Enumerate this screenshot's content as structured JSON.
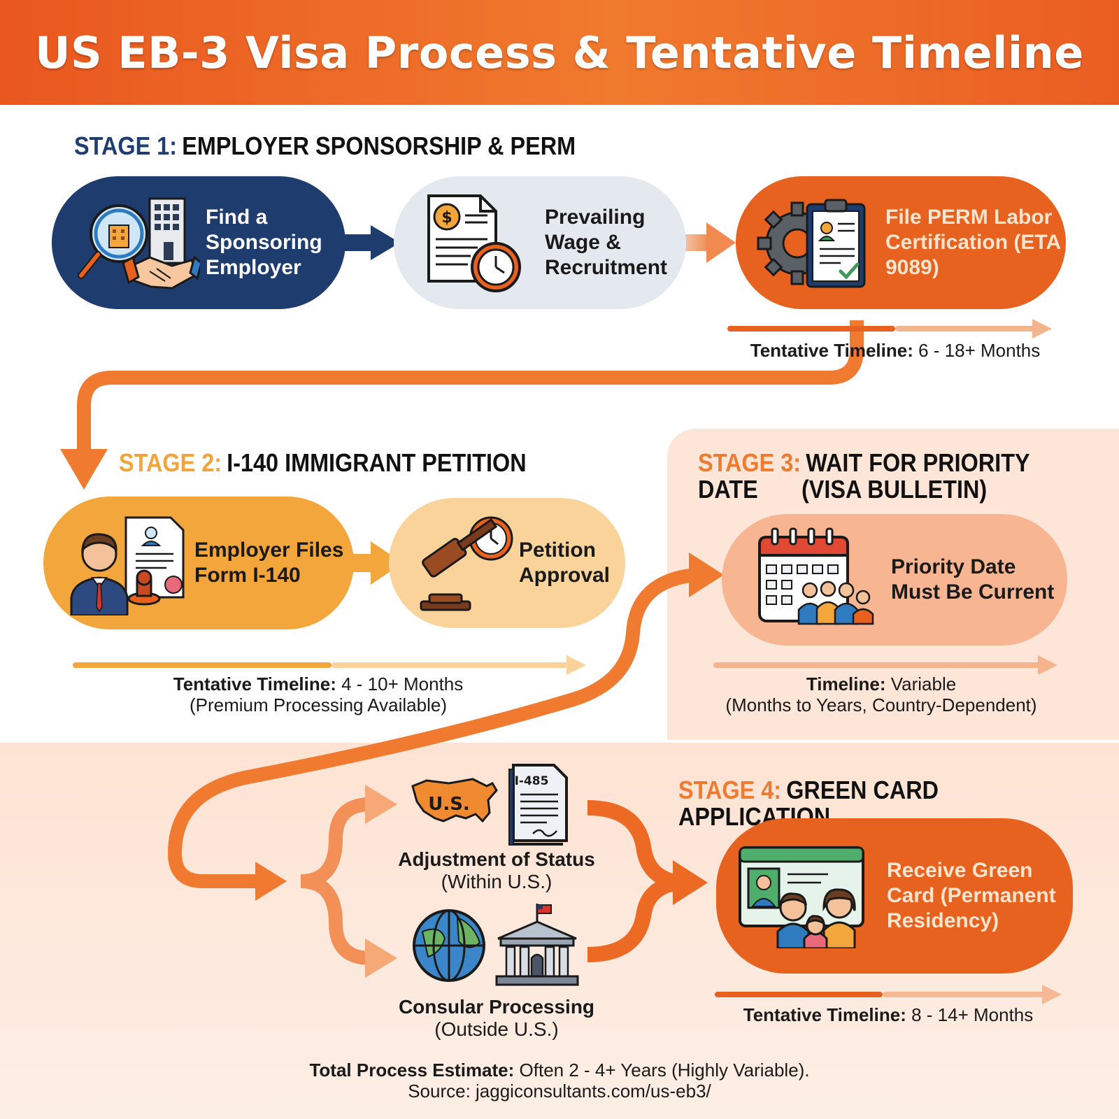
{
  "title": "US EB-3 Visa Process & Tentative Timeline",
  "stages": [
    {
      "number_label": "STAGE 1:",
      "title": "EMPLOYER SPONSORSHIP & PERM",
      "steps": [
        {
          "label": "Find a Sponsoring Employer"
        },
        {
          "label": "Prevailing Wage & Recruitment"
        },
        {
          "label": "File PERM Labor Certification (ETA 9089)"
        }
      ],
      "timeline_label": "Tentative Timeline:",
      "timeline_value": "6 - 18+ Months",
      "timeline_note": ""
    },
    {
      "number_label": "STAGE 2:",
      "title": "I-140 IMMIGRANT PETITION",
      "steps": [
        {
          "label": "Employer Files Form I-140"
        },
        {
          "label": "Petition Approval"
        }
      ],
      "timeline_label": "Tentative Timeline:",
      "timeline_value": "4 - 10+ Months",
      "timeline_note": "(Premium Processing Available)"
    },
    {
      "number_label": "STAGE 3:",
      "title_line1": "WAIT FOR PRIORITY DATE",
      "title_line2": "(VISA BULLETIN)",
      "steps": [
        {
          "label": "Priority Date Must Be Current"
        }
      ],
      "timeline_label": "Timeline:",
      "timeline_value": "Variable",
      "timeline_note": "(Months to Years, Country-Dependent)"
    },
    {
      "number_label": "STAGE 4:",
      "title": "GREEN CARD APPLICATION",
      "routes": [
        {
          "title": "Adjustment of Status",
          "subtitle": "(Within U.S.)",
          "map_label": "U.S.",
          "form_label": "I-485"
        },
        {
          "title": "Consular Processing",
          "subtitle": "(Outside U.S.)"
        }
      ],
      "steps": [
        {
          "label": "Receive Green Card (Permanent Residency)"
        }
      ],
      "timeline_label": "Tentative Timeline:",
      "timeline_value": "8 - 14+ Months",
      "timeline_note": ""
    }
  ],
  "footer": {
    "estimate_label": "Total Process Estimate:",
    "estimate_value": "Often 2 - 4+ Years (Highly Variable).",
    "source": "Source: jaggiconsultants.com/us-eb3/"
  },
  "colors": {
    "navy": "#1e3c6d",
    "orange": "#e8621f",
    "amber": "#f3a63c",
    "peach": "#f8b592",
    "light_gray": "#e4e9f0"
  },
  "icons": [
    "magnifier-building-icon",
    "handshake-icon",
    "office-building-icon",
    "wage-document-icon",
    "clock-icon",
    "gear-icon",
    "clipboard-check-icon",
    "businessman-icon",
    "document-stamp-icon",
    "gavel-icon",
    "calendar-icon",
    "people-group-icon",
    "us-map-icon",
    "i485-form-icon",
    "globe-icon",
    "embassy-icon",
    "green-card-icon",
    "family-icon"
  ]
}
